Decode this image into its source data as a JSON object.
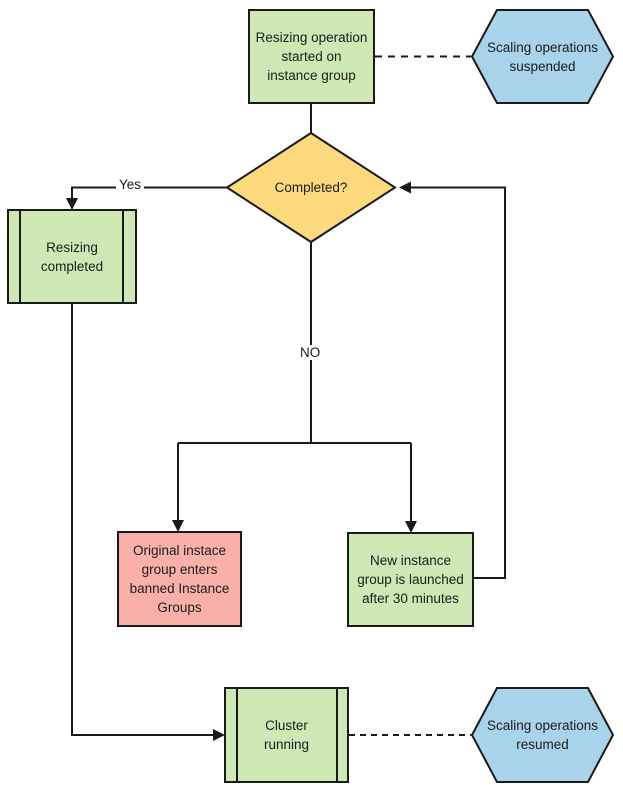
{
  "colors": {
    "green": "#cde8b5",
    "blue": "#a9d3eb",
    "yellow": "#fcd97d",
    "pink": "#f9b0a9",
    "line": "#1a1a1a"
  },
  "nodes": {
    "start": "Resizing operation\nstarted on\ninstance group",
    "suspended": "Scaling operations\nsuspended",
    "decision": "Completed?",
    "resizing_completed": "Resizing\ncompleted",
    "banned": "Original instace\ngroup enters\nbanned Instance\nGroups",
    "new_group": "New instance\ngroup is launched\nafter 30 minutes",
    "cluster": "Cluster\nrunning",
    "resumed": "Scaling operations\nresumed"
  },
  "edge_labels": {
    "yes": "Yes",
    "no": "NO"
  }
}
